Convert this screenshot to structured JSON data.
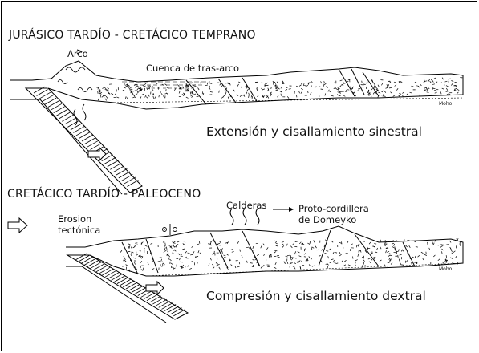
{
  "panel_top": {
    "title": "JURÁSICO TARDÍO - CRETÁCICO TEMPRANO",
    "arc_label": "Arco",
    "basin_label": "Cuenca de tras-arco",
    "moho_label": "Moho",
    "caption": "Extensión y cisallamiento sinestral"
  },
  "panel_bottom": {
    "title": "CRETÁCICO TARDÍO - PALEOCENO",
    "erosion_label_1": "Erosion",
    "erosion_label_2": "tectónica",
    "calderas_label": "Calderas",
    "proto_label_1": "Proto-cordillera",
    "proto_label_2": "de Domeyko",
    "moho_label": "Moho",
    "caption": "Compresión y cisallamiento dextral"
  }
}
